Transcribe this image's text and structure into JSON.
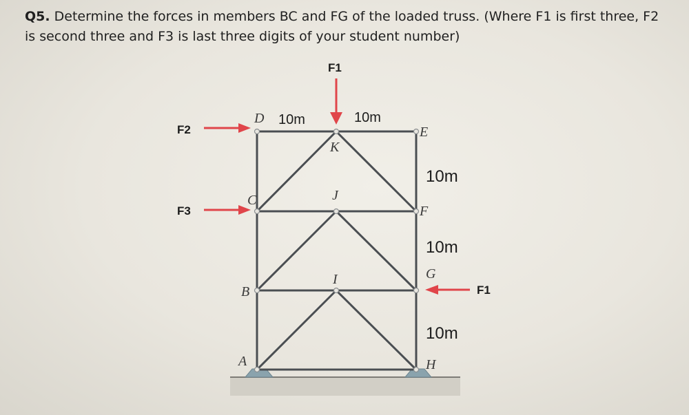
{
  "question": {
    "number": "Q5.",
    "text": " Determine the forces in members BC and FG of the loaded truss. (Where F1 is first three, F2 is second three and F3 is last three digits of your student number)"
  },
  "loads": {
    "f1_top": "F1",
    "f2": "F2",
    "f3": "F3",
    "f1_right": "F1"
  },
  "dimensions": {
    "dk": "10m",
    "ke": "10m",
    "ef": "10m",
    "fg": "10m",
    "gh": "10m"
  },
  "nodes": {
    "a": "A",
    "b": "B",
    "c": "C",
    "d": "D",
    "e": "E",
    "f": "F",
    "g": "G",
    "h": "H",
    "i": "I",
    "j": "J",
    "k": "K"
  },
  "colors": {
    "load_arrow": "#e0454a",
    "member": "#4a4e52",
    "support": "#8aa3ad"
  }
}
